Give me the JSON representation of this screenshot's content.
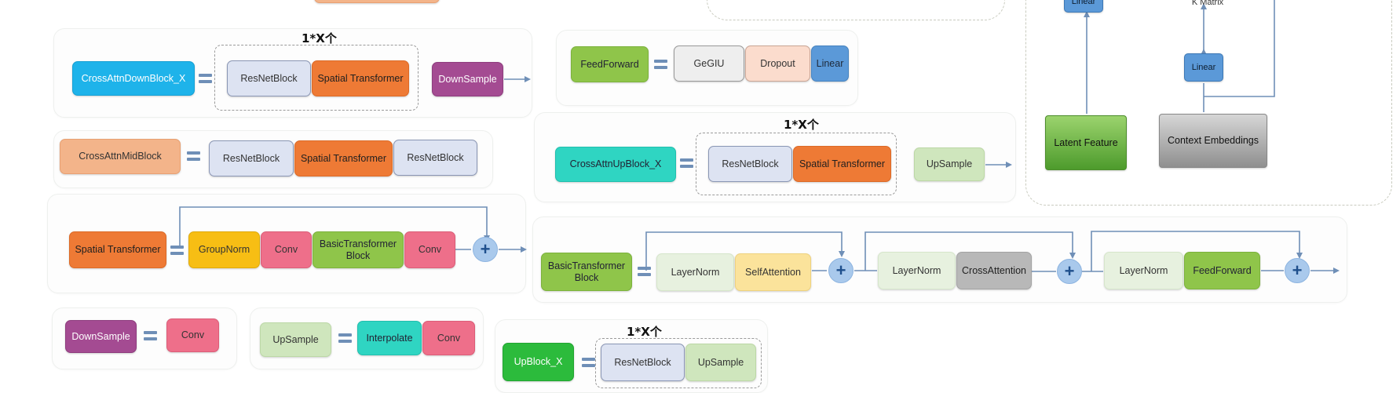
{
  "repeat_label": "1*X个",
  "labels": {
    "cross_attn_down_block": "CrossAttnDownBlock_X",
    "resnet_block": "ResNetBlock",
    "spatial_transformer": "Spatial Transformer",
    "downsample": "DownSample",
    "cross_attn_mid_block": "CrossAttnMidBlock",
    "group_norm": "GroupNorm",
    "conv": "Conv",
    "basic_transformer_block": "BasicTransformer Block",
    "upsample": "UpSample",
    "interpolate": "Interpolate",
    "feed_forward": "FeedForward",
    "geglu": "GeGIU",
    "dropout": "Dropout",
    "linear": "Linear",
    "cross_attn_up_block": "CrossAttnUpBlock_X",
    "layer_norm": "LayerNorm",
    "self_attention": "SelfAttention",
    "cross_attention": "CrossAttention",
    "up_block": "UpBlock_X",
    "latent_feature": "Latent Feature",
    "context_embeddings": "Context Embeddings",
    "k_matrix": "K Matrix",
    "plus_symbol": "+"
  },
  "colors": {
    "accent_blue": "#1eb3ea",
    "spatial_orange": "#ee7a35",
    "resnet_lavender": "#dde3f2",
    "downsample_purple": "#a44b92",
    "conv_pink": "#ee6f8a",
    "feedforward_green": "#8fc54a",
    "connector": "#6f8fb7"
  }
}
